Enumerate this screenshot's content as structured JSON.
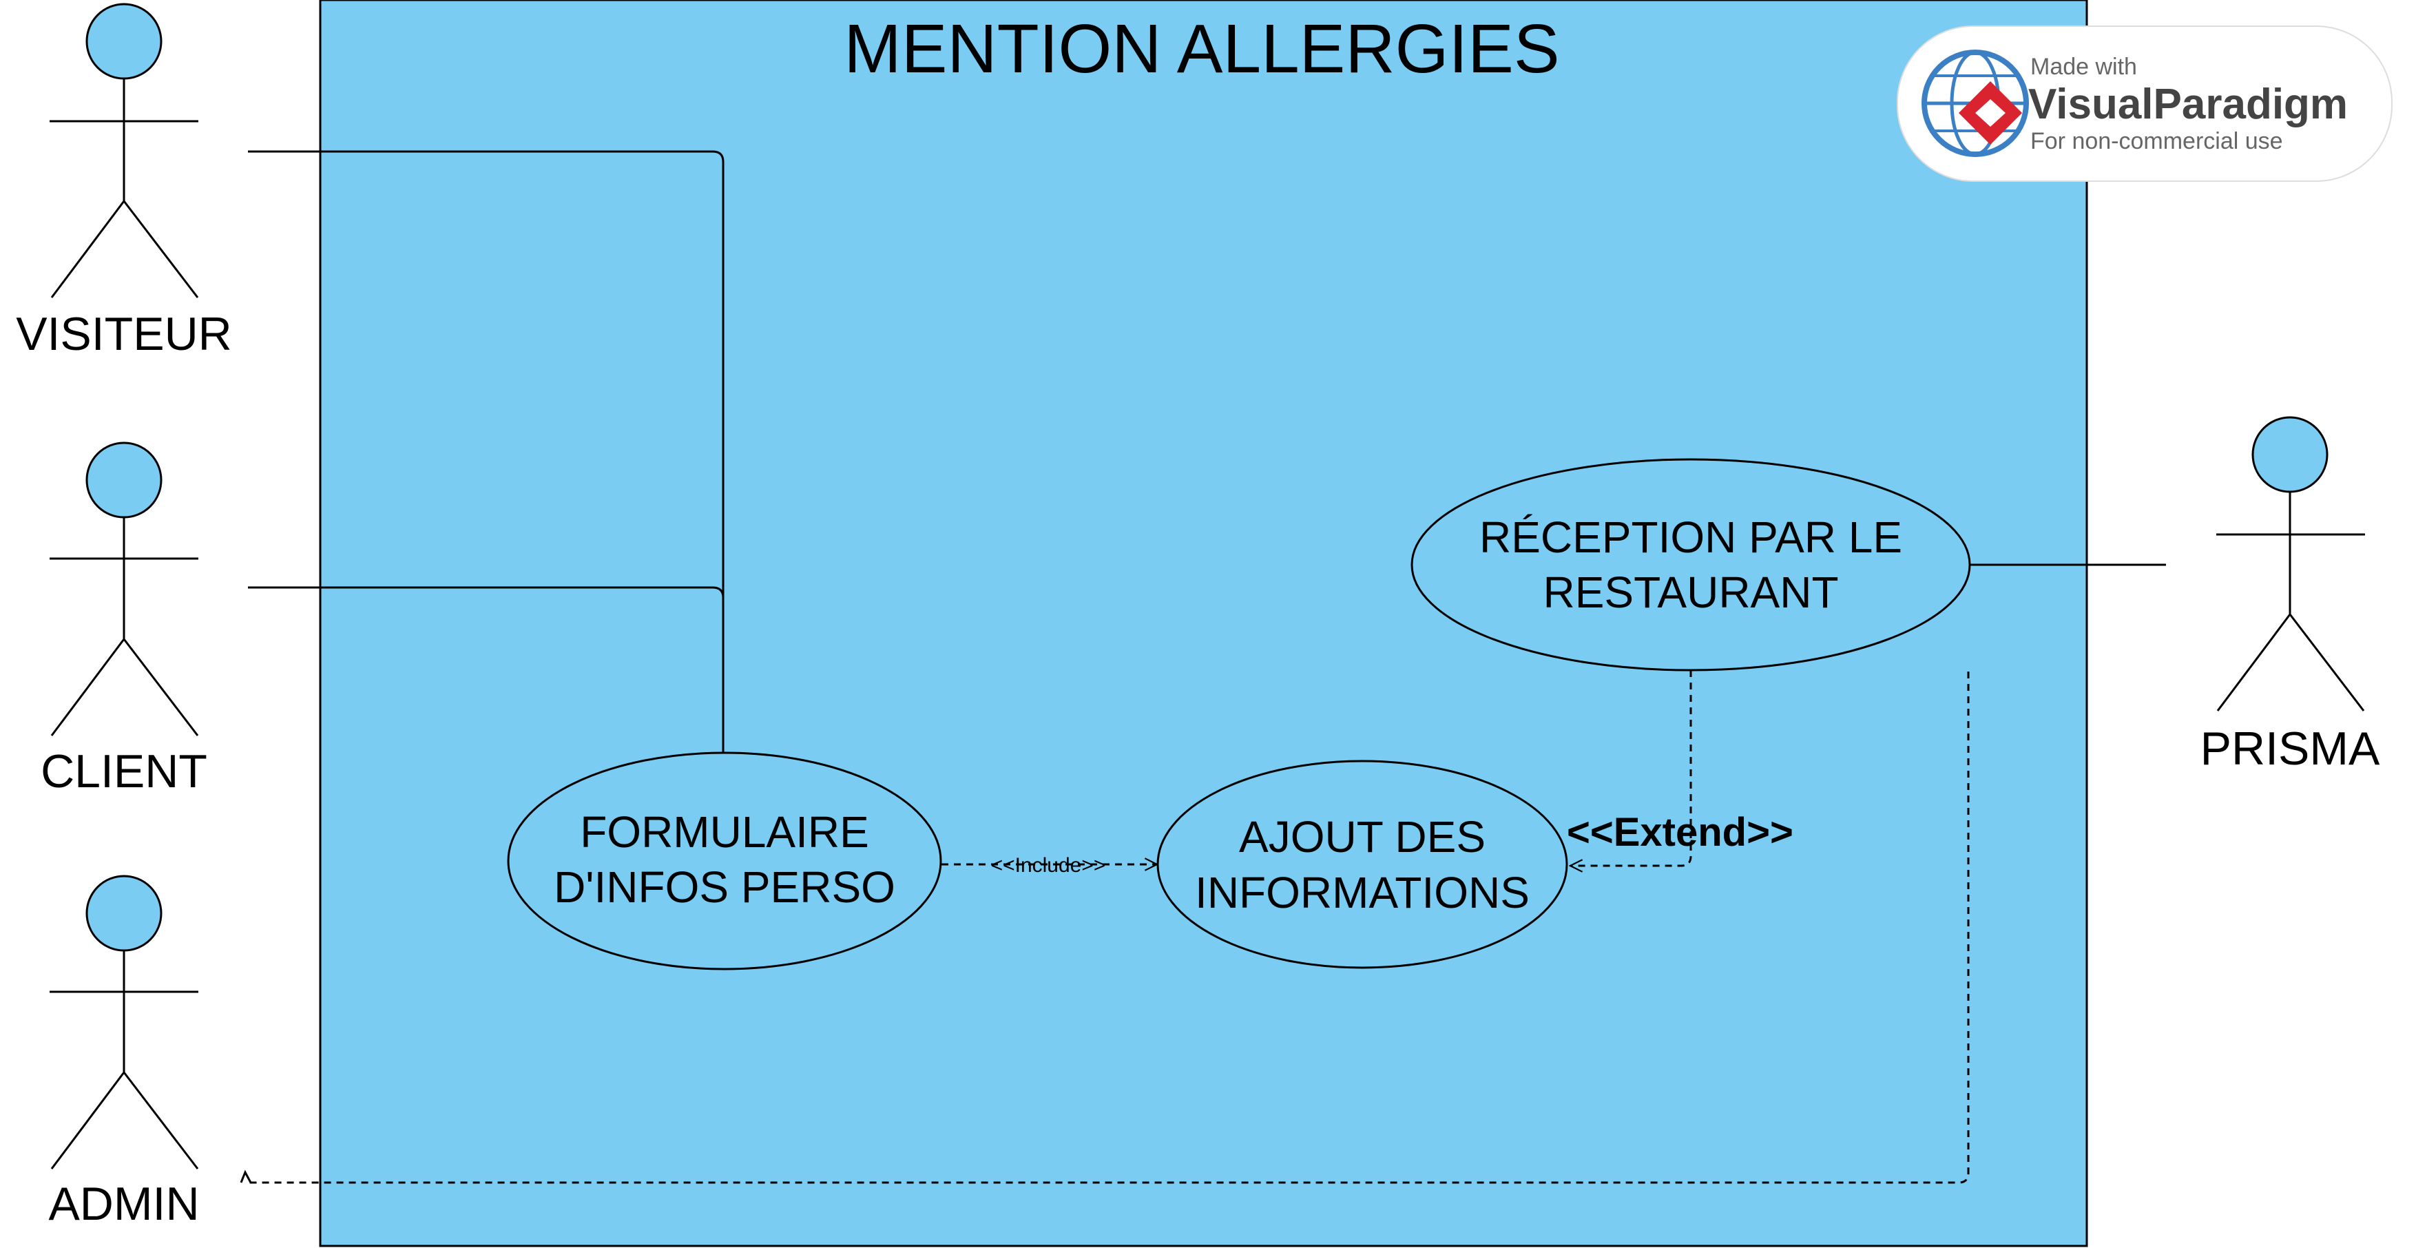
{
  "system": {
    "title": "MENTION ALLERGIES"
  },
  "actors": {
    "visiteur": "VISITEUR",
    "client": "CLIENT",
    "admin": "ADMIN",
    "prisma": "PRISMA"
  },
  "use_cases": {
    "formulaire": [
      "FORMULAIRE",
      "D'INFOS PERSO"
    ],
    "ajout": [
      "AJOUT DES",
      "INFORMATIONS"
    ],
    "reception": [
      "RÉCEPTION PAR LE",
      "RESTAURANT"
    ]
  },
  "relations": {
    "include": "<<Include>>",
    "extend": "<<Extend>>"
  },
  "watermark": {
    "line1": "Made with",
    "line2": "VisualParadigm",
    "line3": "For non-commercial use"
  },
  "colors": {
    "system_fill": "#7accf3",
    "actor_head": "#7accf3",
    "line": "#000000"
  }
}
